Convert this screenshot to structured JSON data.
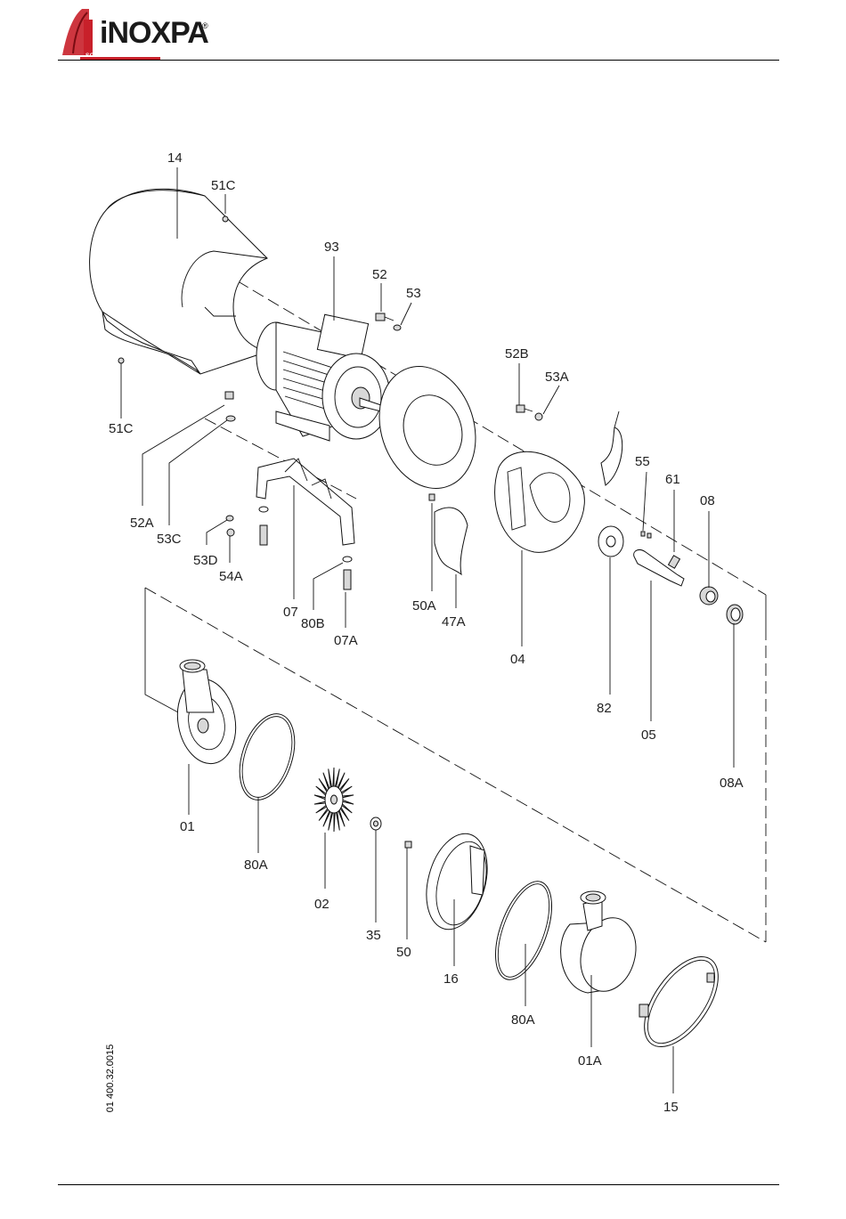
{
  "brand": {
    "name": "iNOXPA",
    "registered": "®",
    "tagline": "SOURCE OF SOLUTIONS",
    "accent_color": "#c8202a"
  },
  "document_number": "01 400.32.0015",
  "callouts": {
    "c14": "14",
    "c51c_top": "51C",
    "c93": "93",
    "c52": "52",
    "c53": "53",
    "c51c_left": "51C",
    "c52b": "52B",
    "c53a": "53A",
    "c55": "55",
    "c61": "61",
    "c08": "08",
    "c52a": "52A",
    "c53c": "53C",
    "c53d": "53D",
    "c54a": "54A",
    "c07": "07",
    "c80b": "80B",
    "c07a": "07A",
    "c50a": "50A",
    "c47a": "47A",
    "c04": "04",
    "c82": "82",
    "c05": "05",
    "c08a": "08A",
    "c01": "01",
    "c80a_left": "80A",
    "c02": "02",
    "c35": "35",
    "c50": "50",
    "c16": "16",
    "c80a_right": "80A",
    "c01a": "01A",
    "c15": "15"
  }
}
